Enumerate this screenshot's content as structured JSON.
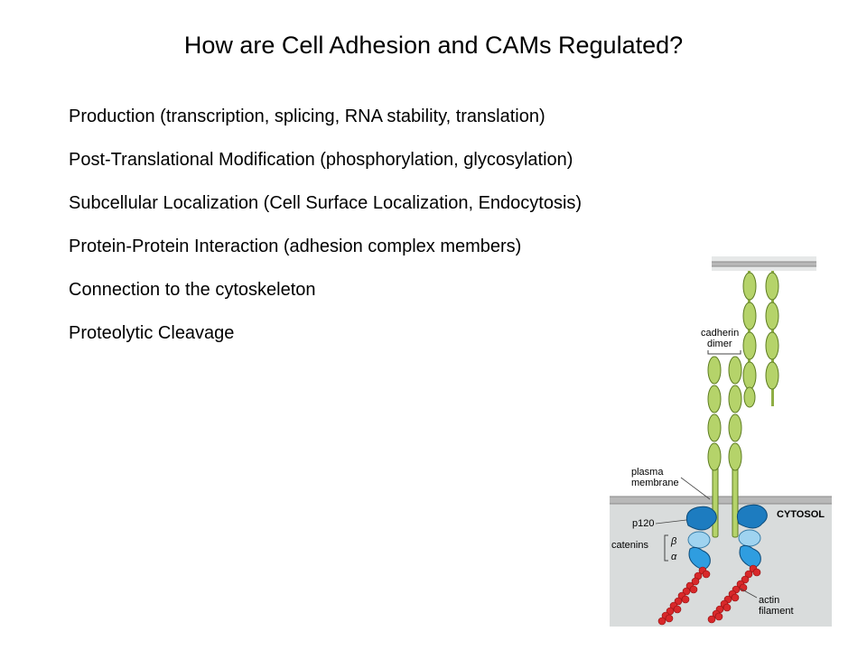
{
  "slide": {
    "title": "How are Cell Adhesion and CAMs Regulated?",
    "bullets": [
      "Production (transcription, splicing, RNA stability, translation)",
      "Post-Translational Modification (phosphorylation, glycosylation)",
      "Subcellular Localization (Cell Surface Localization, Endocytosis)",
      "Protein-Protein Interaction (adhesion complex members)",
      "Connection to the cytoskeleton",
      "Proteolytic Cleavage"
    ]
  },
  "figure": {
    "labels": {
      "cadherin": "cadherin",
      "dimer": "dimer",
      "plasma": "plasma",
      "membrane": "membrane",
      "cytosol": "CYTOSOL",
      "p120": "p120",
      "catenins": "catenins",
      "beta": "β",
      "alpha": "α",
      "actin": "actin",
      "filament": "filament"
    },
    "colors": {
      "cadherin": "#b5d36a",
      "cadherin_outline": "#5e7d22",
      "p120": "#1d7cc0",
      "beta_catenin": "#9fd3f0",
      "alpha_catenin": "#2f9de0",
      "actin": "#d8282a",
      "membrane": "#b8b8b8",
      "cytosol": "#d9dcdc"
    }
  }
}
